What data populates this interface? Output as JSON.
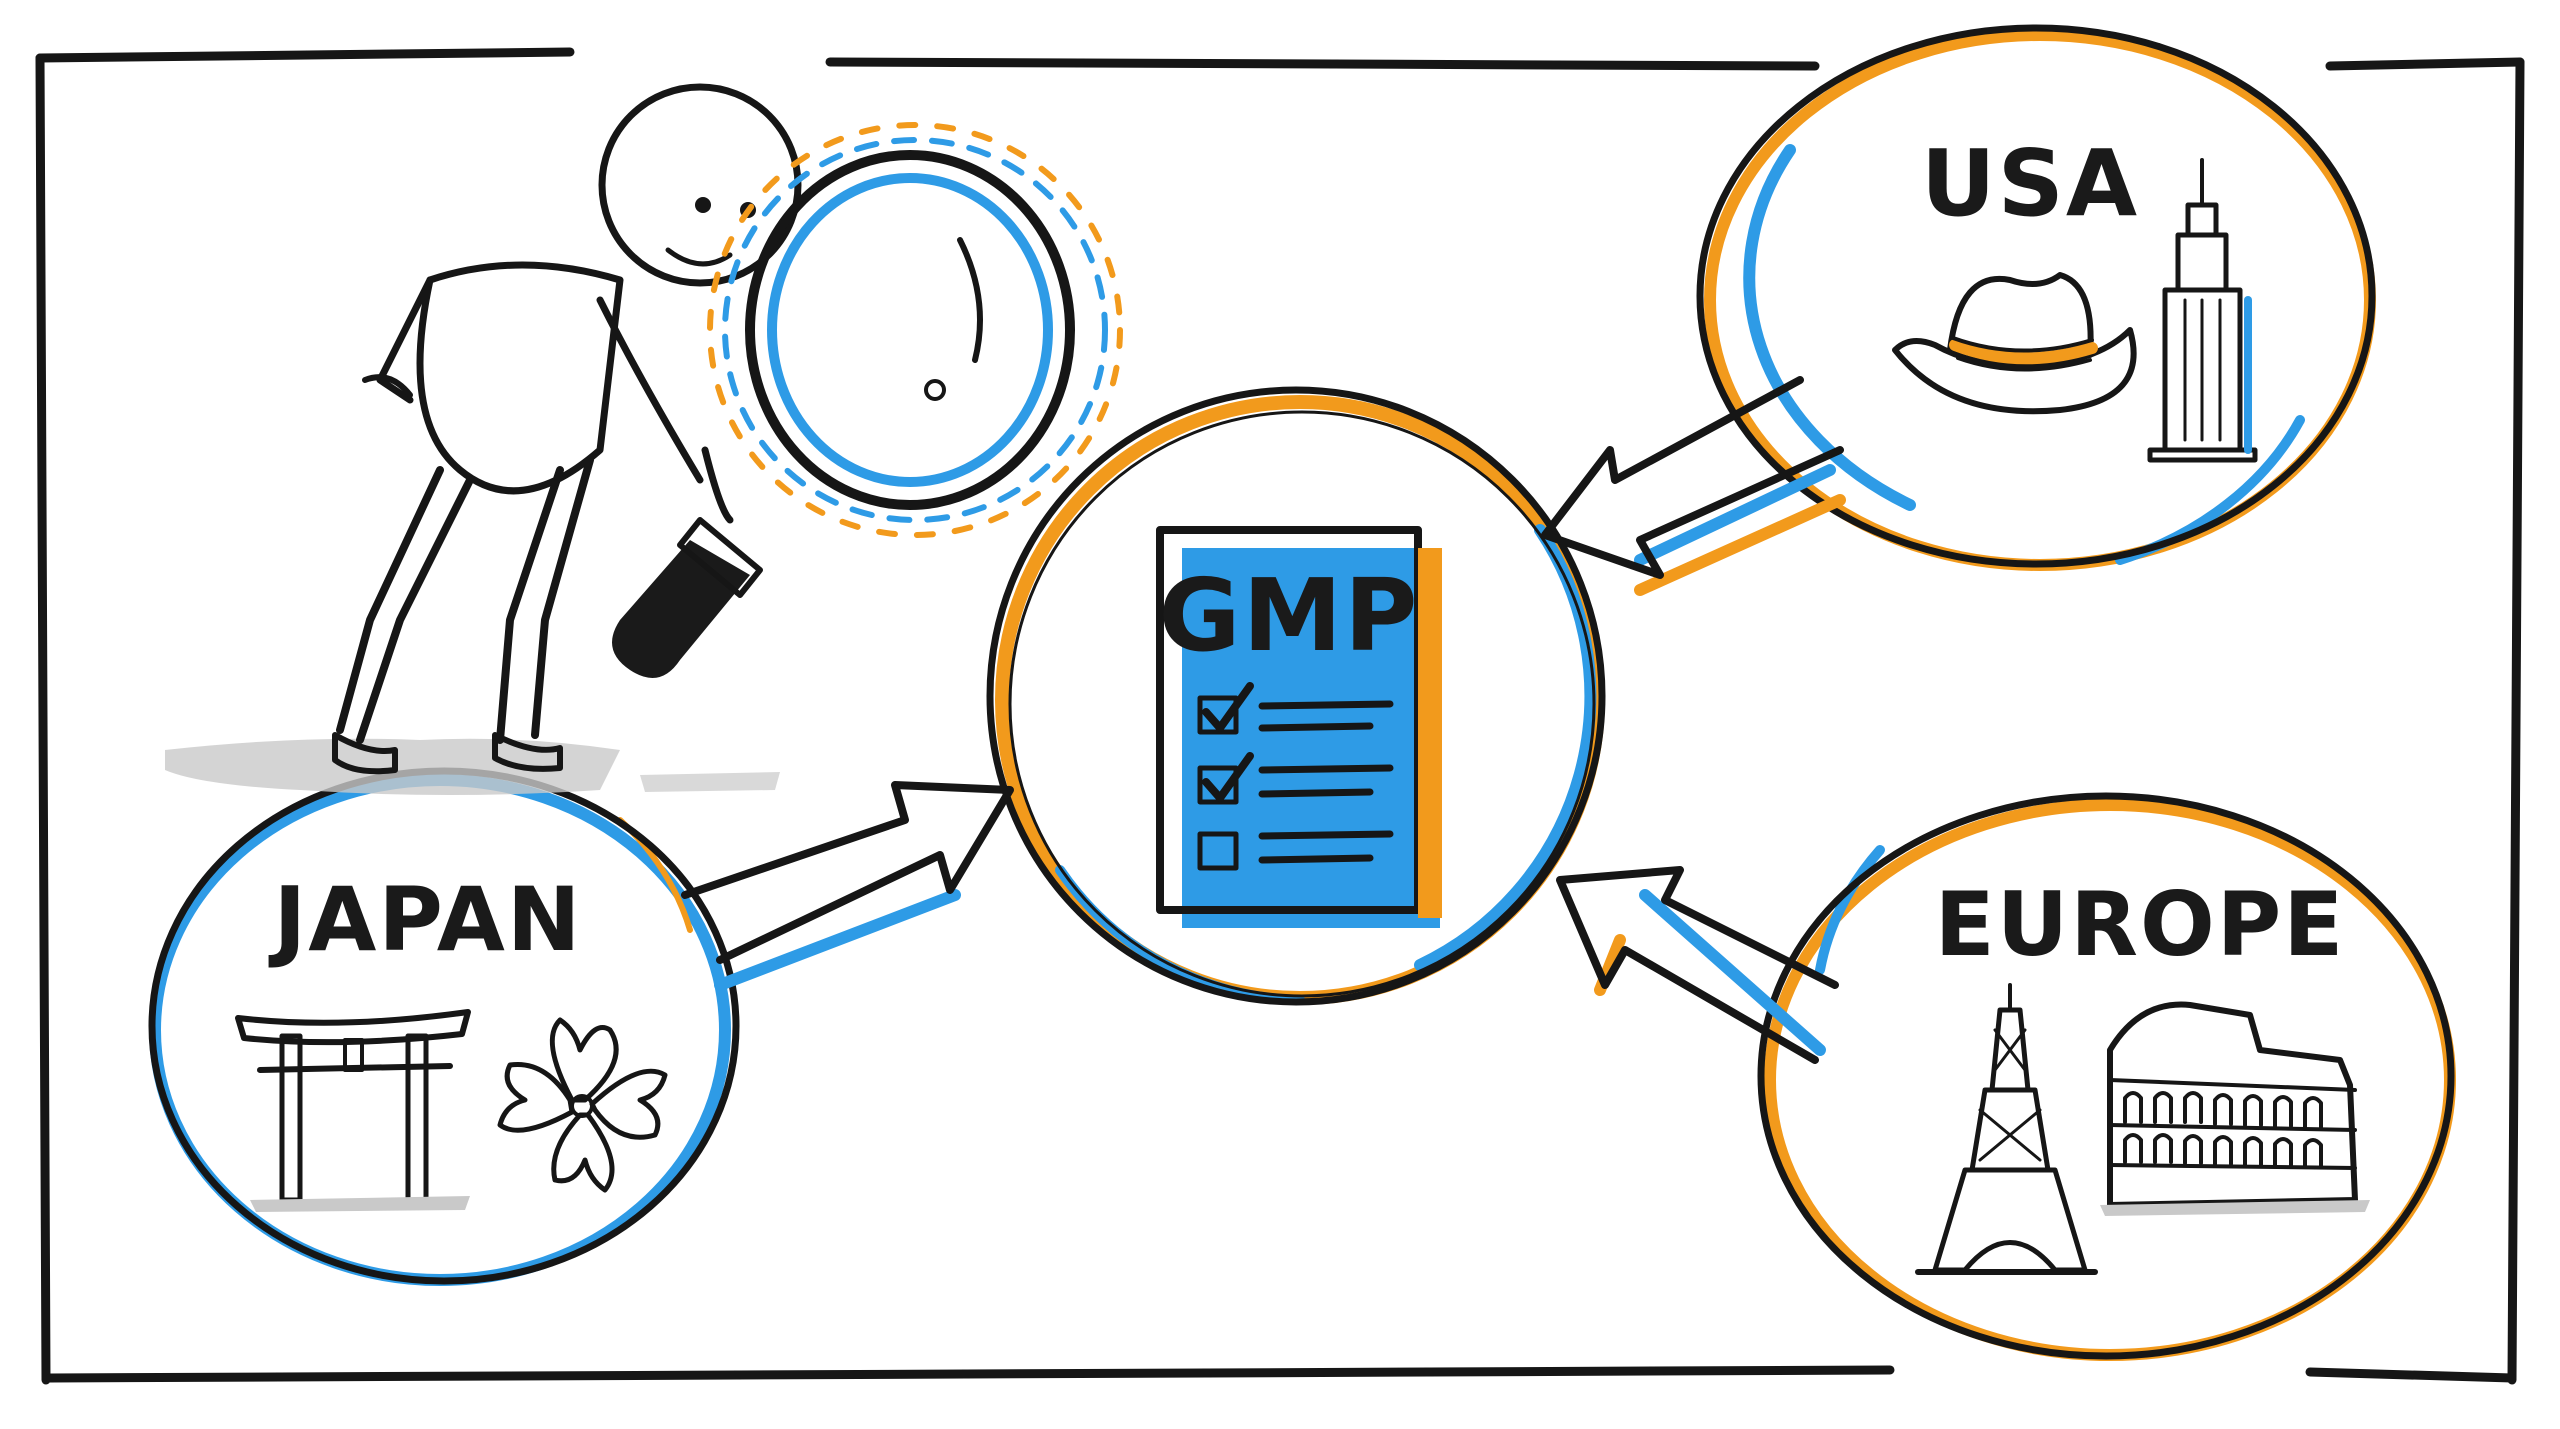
{
  "diagram": {
    "center": {
      "label": "GMP",
      "checklist_checked": [
        true,
        true,
        false
      ]
    },
    "regions": [
      {
        "id": "usa",
        "label": "USA",
        "icons": [
          "cowboy-hat-icon",
          "skyscraper-icon"
        ]
      },
      {
        "id": "europe",
        "label": "EUROPE",
        "icons": [
          "eiffel-tower-icon",
          "colosseum-icon"
        ]
      },
      {
        "id": "japan",
        "label": "JAPAN",
        "icons": [
          "torii-gate-icon",
          "cherry-blossom-icon"
        ]
      }
    ],
    "inspector": {
      "icons": [
        "stick-figure-inspector",
        "magnifying-glass-icon"
      ]
    }
  },
  "colors": {
    "ink": "#161616",
    "blue": "#2e9be6",
    "orange": "#f29a1c",
    "shade": "#c9c9c9"
  }
}
